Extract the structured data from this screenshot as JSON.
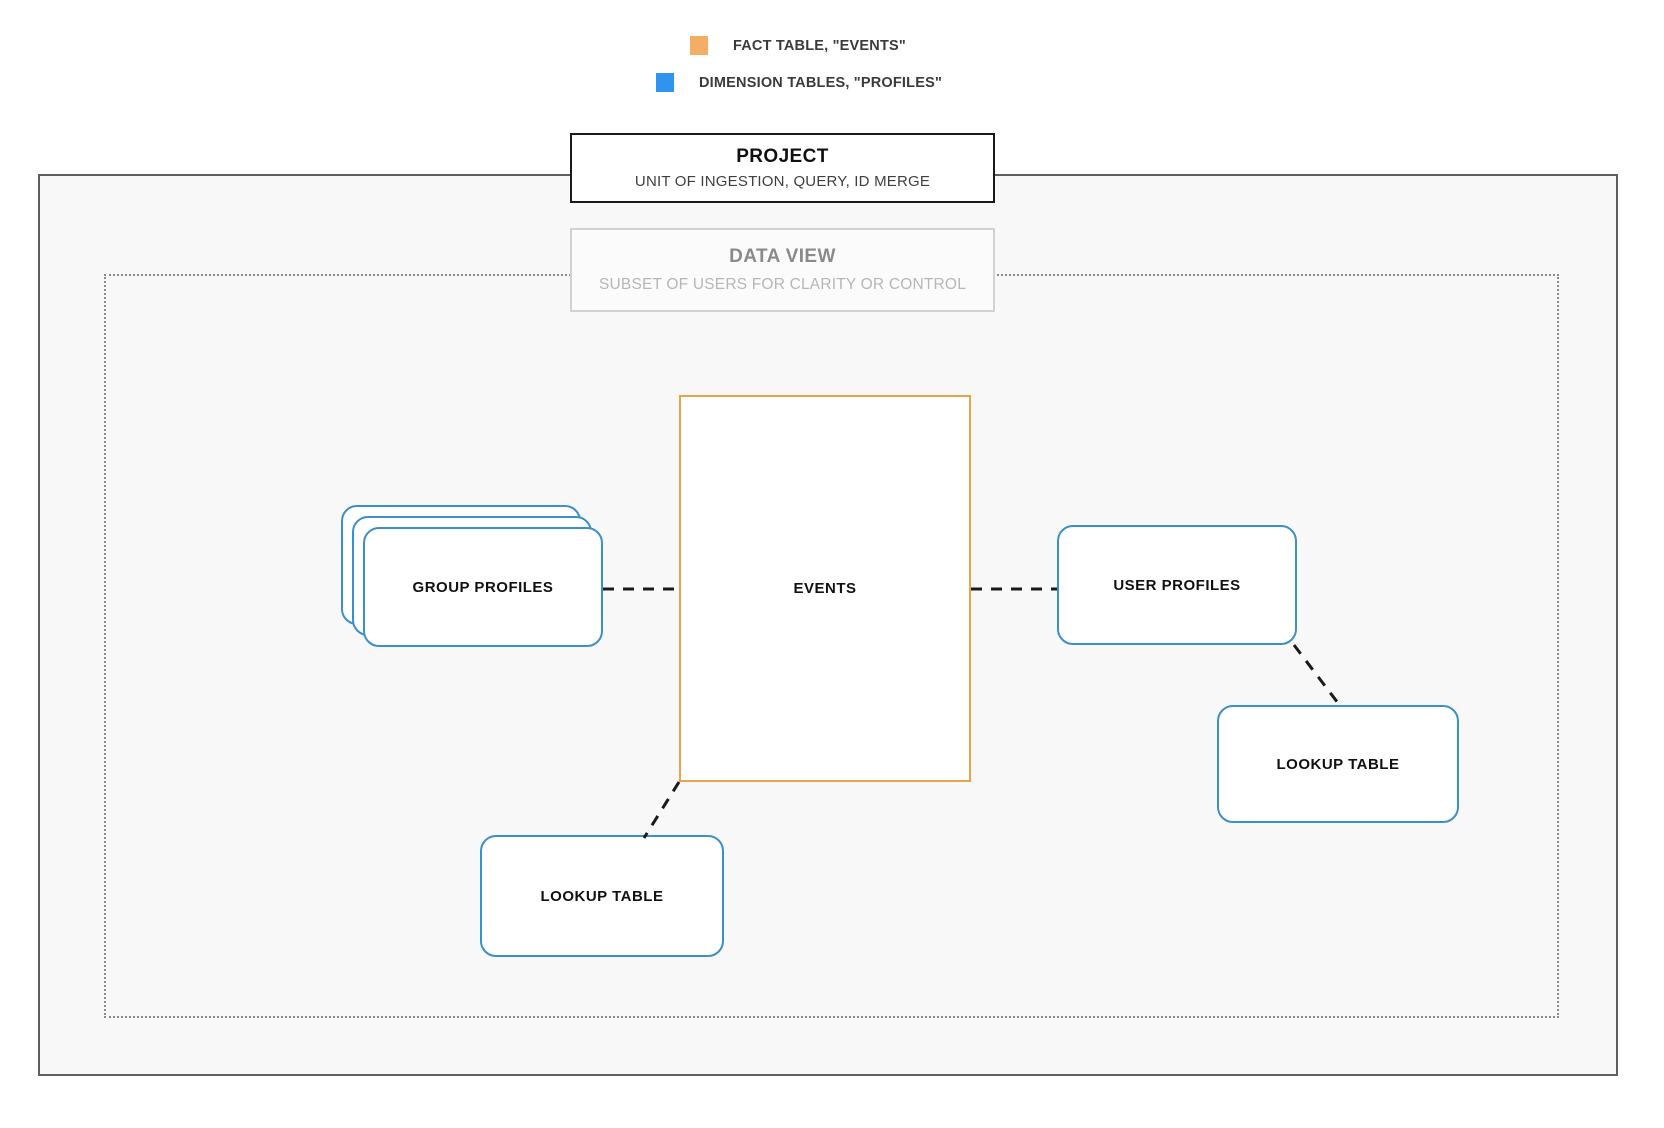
{
  "legend": {
    "items": [
      {
        "name": "fact-table",
        "label": "FACT TABLE, \"EVENTS\"",
        "color": "#f4ae63",
        "swatch_name": "legend-swatch-orange"
      },
      {
        "name": "dimension-tables",
        "label": "DIMENSION TABLES, \"PROFILES\"",
        "color": "#3093ee",
        "swatch_name": "legend-swatch-blue"
      }
    ]
  },
  "project": {
    "title": "PROJECT",
    "subtitle": "UNIT OF INGESTION, QUERY, ID MERGE",
    "border_color": "#1a1a1a",
    "container_fill": "#f8f8f8",
    "container_border": "#5e5e5e"
  },
  "data_view": {
    "title": "DATA VIEW",
    "subtitle": "SUBSET OF USERS FOR CLARITY OR CONTROL",
    "border_color": "#d2d2d2",
    "title_color": "#8a8a8a",
    "subtitle_color": "#b6b6b6",
    "container_border": "#8a8a8a"
  },
  "nodes": {
    "events": {
      "label": "EVENTS",
      "type": "fact-table",
      "color": "#e8a44c"
    },
    "group_profiles": {
      "label": "GROUP PROFILES",
      "type": "dimension-table-stack",
      "stack_count": 3,
      "color": "#3d8fc9"
    },
    "user_profiles": {
      "label": "USER PROFILES",
      "type": "dimension-table",
      "color": "#3d8fc9"
    },
    "lookup_table_left": {
      "label": "LOOKUP TABLE",
      "type": "dimension-table",
      "color": "#3d8fc9"
    },
    "lookup_table_right": {
      "label": "LOOKUP TABLE",
      "type": "dimension-table",
      "color": "#3d8fc9"
    }
  },
  "connectors": [
    {
      "name": "group-profiles-to-events",
      "from": "group_profiles",
      "to": "events",
      "style": "dashed"
    },
    {
      "name": "events-to-user-profiles",
      "from": "events",
      "to": "user_profiles",
      "style": "dashed"
    },
    {
      "name": "events-to-lookup-left",
      "from": "events",
      "to": "lookup_table_left",
      "style": "dashed"
    },
    {
      "name": "user-profiles-to-lookup-right",
      "from": "user_profiles",
      "to": "lookup_table_right",
      "style": "dashed"
    }
  ]
}
